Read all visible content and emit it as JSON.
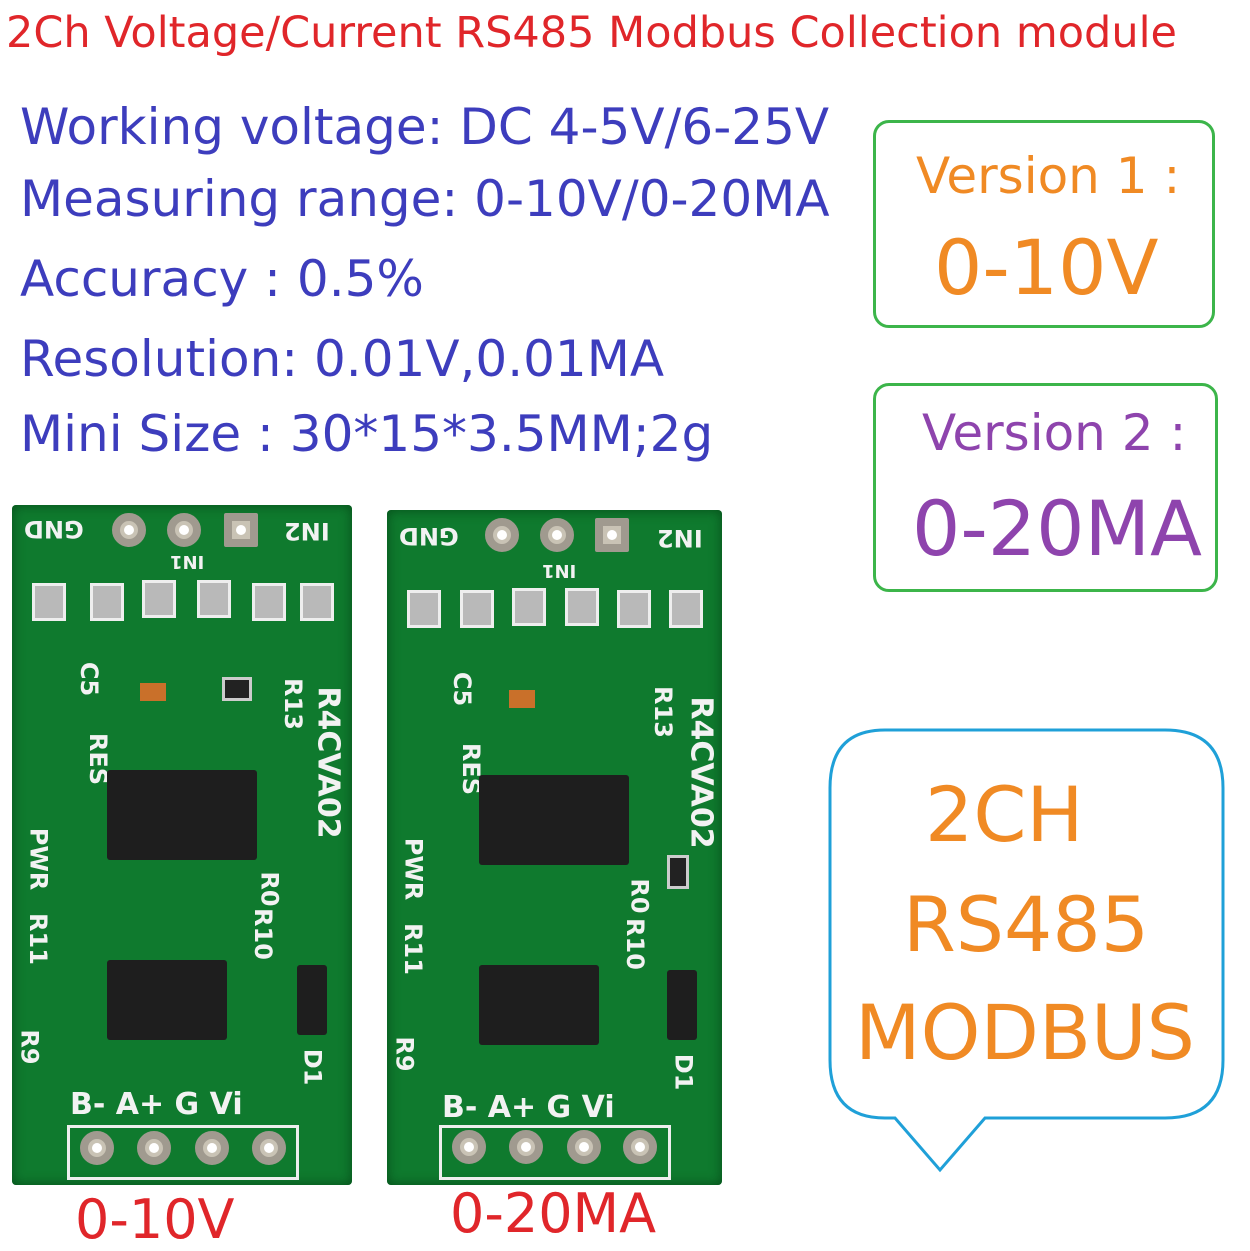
{
  "title": "2Ch Voltage/Current RS485 Modbus Collection module",
  "specs": [
    "Working voltage: DC 4-5V/6-25V",
    "Measuring range: 0-10V/0-20MA",
    "Accuracy :   0.5%",
    "Resolution: 0.01V,0.01MA",
    "Mini Size : 30*15*3.5MM;2g"
  ],
  "versions": [
    {
      "label": "Version 1 :",
      "value": "0-10V",
      "color": "#f08a24"
    },
    {
      "label": "Version 2 :",
      "value": "0-20MA",
      "color": "#8e44ad"
    }
  ],
  "bubble": {
    "lines": [
      "2CH",
      "RS485",
      "MODBUS"
    ],
    "border_color": "#1fa0d8",
    "text_color": "#f08a24"
  },
  "boards": [
    {
      "caption": "0-10V",
      "silk": {
        "gnd": "GND",
        "in2": "IN2",
        "in1": "IN1",
        "c5": "C5",
        "r13": "R13",
        "model": "R4CVA02",
        "res": "RES",
        "pwr": "PWR",
        "r0": "R0",
        "r10": "R10",
        "r11": "R11",
        "r9": "R9",
        "d1": "D1",
        "pins": "B-  A+  G  Vi"
      }
    },
    {
      "caption": "0-20MA",
      "silk": {
        "gnd": "GND",
        "in2": "IN2",
        "in1": "IN1",
        "c5": "C5",
        "r13": "R13",
        "model": "R4CVA02",
        "res": "RES",
        "pwr": "PWR",
        "r0": "R0",
        "r10": "R10",
        "r11": "R11",
        "r9": "R9",
        "d1": "D1",
        "pins": "B-  A+  G  Vi"
      }
    }
  ]
}
